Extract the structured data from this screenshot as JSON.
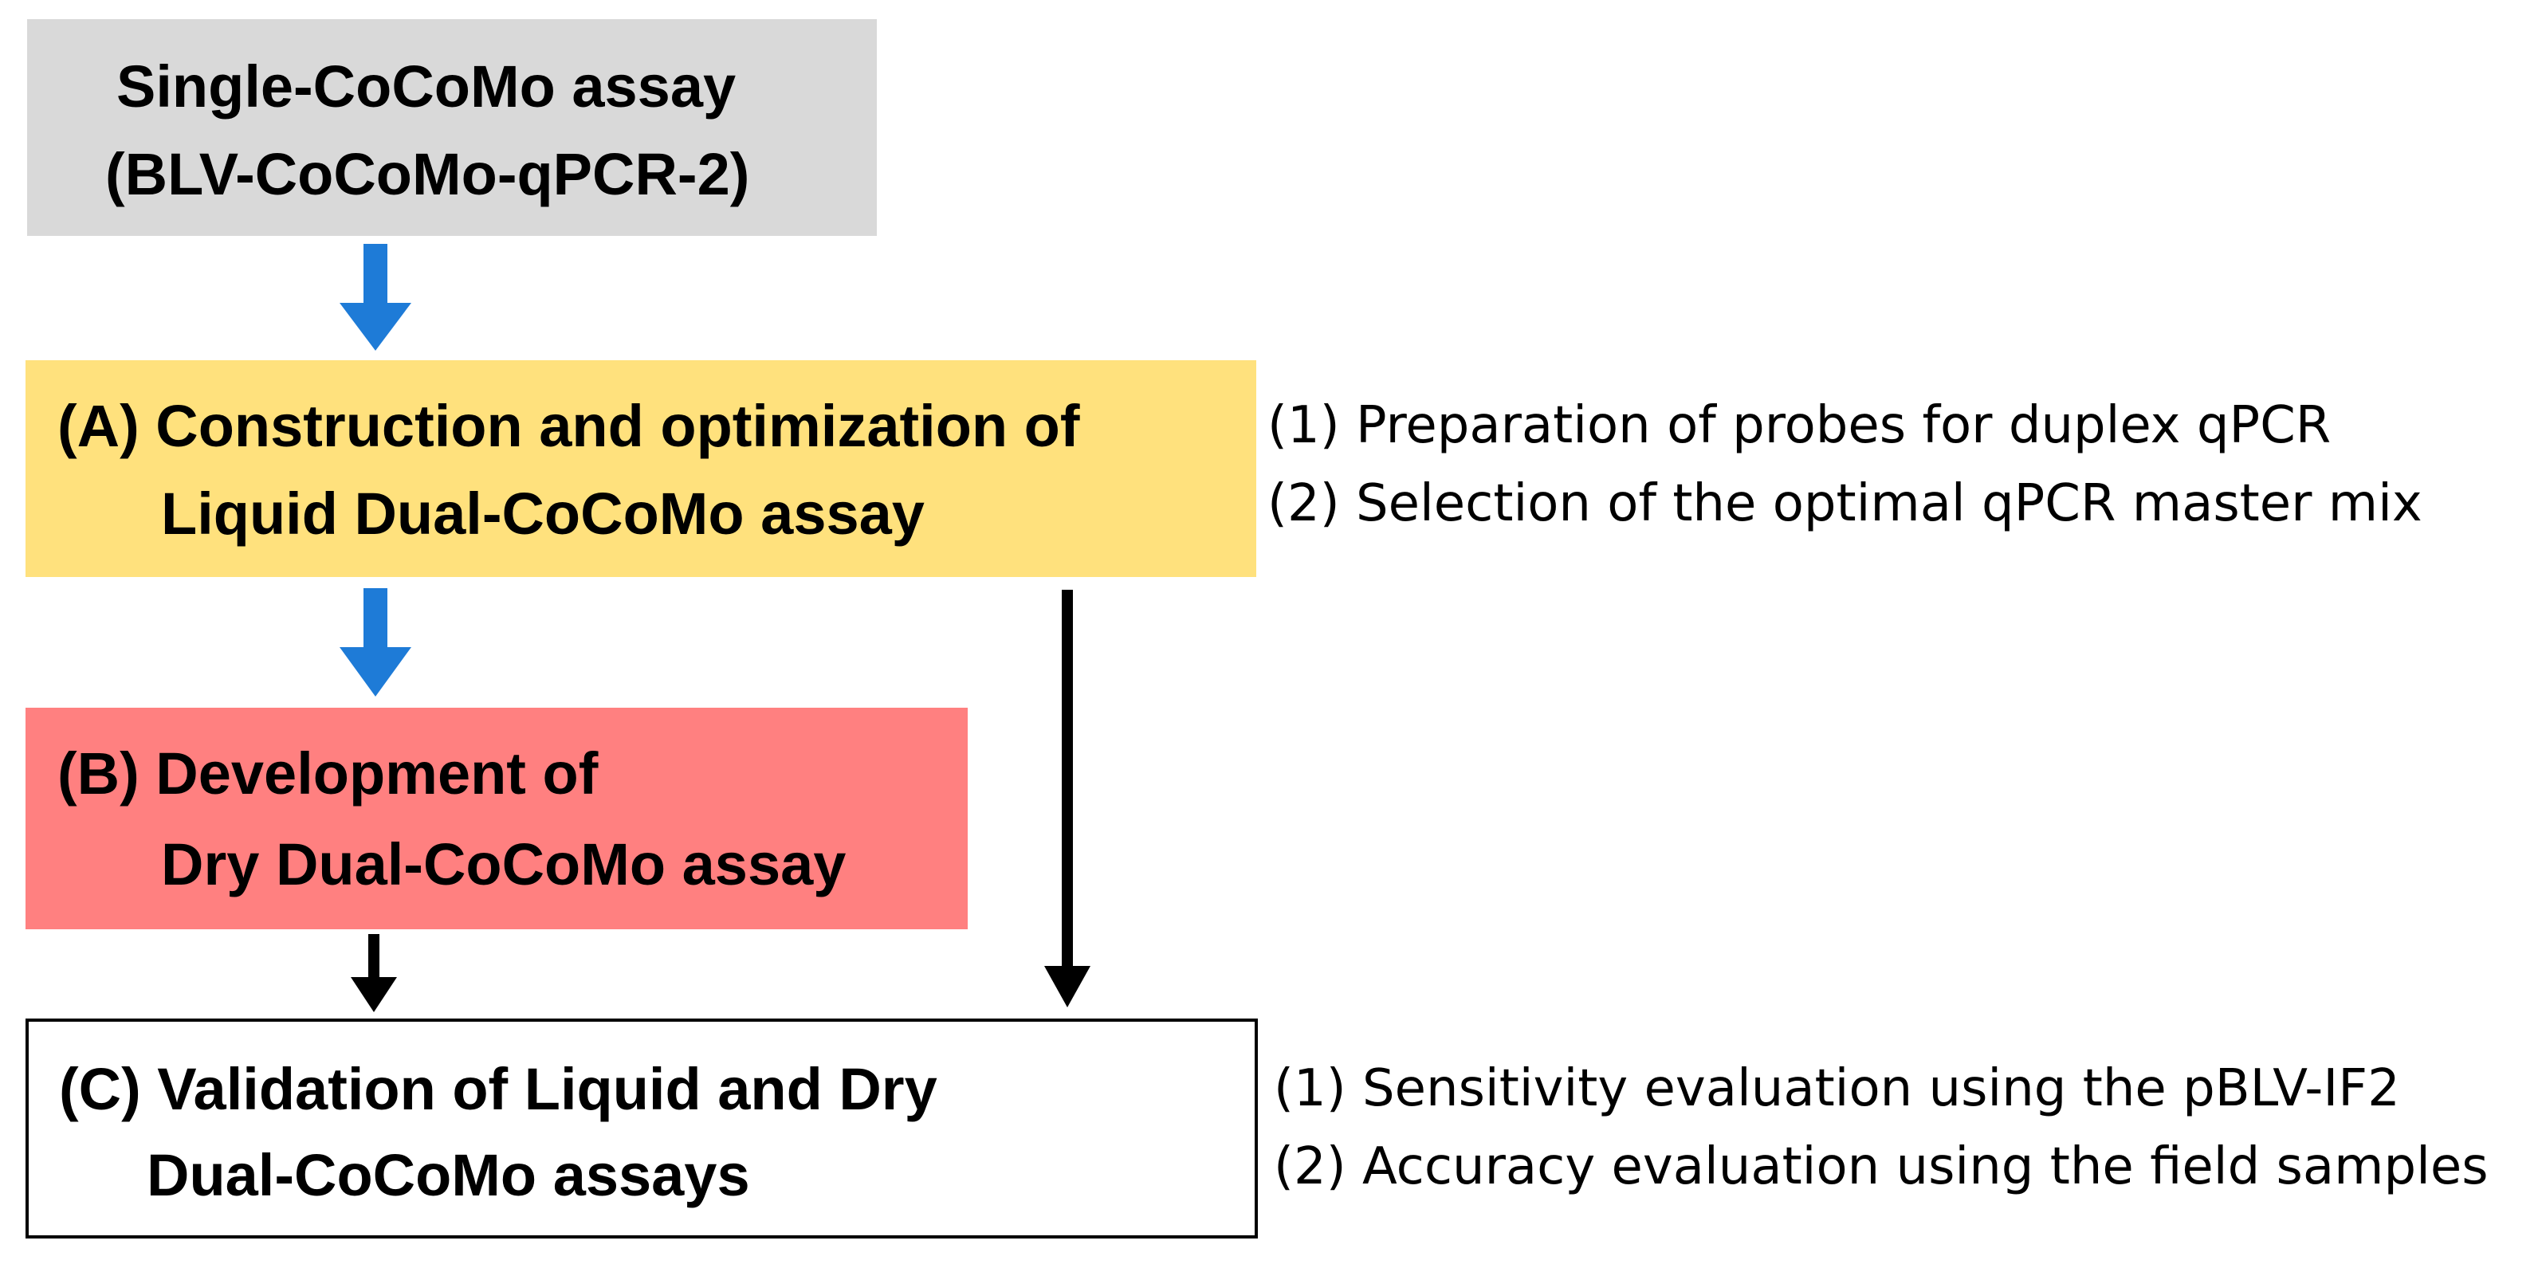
{
  "colors": {
    "start_fill": "#d9d9d9",
    "a_fill": "#ffe17d",
    "b_fill": "#ff8080",
    "c_fill": "#ffffff",
    "arrow_blue": "#1e7bd7",
    "arrow_black": "#000000"
  },
  "start": {
    "line1": "Single-CoCoMo assay",
    "line2": "(BLV-CoCoMo-qPCR-2)"
  },
  "step_a": {
    "line1": "(A) Construction and optimization of",
    "line2": "Liquid Dual-CoCoMo assay",
    "notes": [
      "(1) Preparation of probes for duplex qPCR",
      "(2) Selection of the optimal qPCR master mix"
    ]
  },
  "step_b": {
    "line1": "(B) Development of",
    "line2": "Dry Dual-CoCoMo assay"
  },
  "step_c": {
    "line1": "(C) Validation of Liquid and Dry",
    "line2": "Dual-CoCoMo assays",
    "notes": [
      "(1) Sensitivity evaluation using the pBLV-IF2",
      "(2) Accuracy evaluation using the field samples"
    ]
  }
}
